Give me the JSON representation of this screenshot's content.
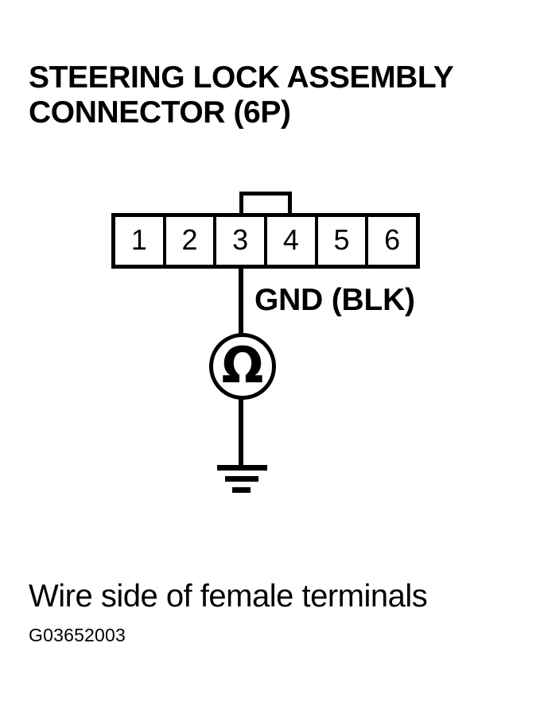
{
  "figure": {
    "title_line_1": "STEERING LOCK ASSEMBLY",
    "title_line_2": "CONNECTOR (6P)",
    "caption": "Wire side of female terminals",
    "figure_id": "G03652003",
    "background_color": "#ffffff",
    "line_color": "#000000"
  },
  "connector": {
    "name": "STEERING LOCK ASSEMBLY CONNECTOR",
    "pin_count_label": "6P",
    "has_locking_tab": true,
    "tab_spans_pins": "3-4",
    "pins": [
      {
        "number": "1"
      },
      {
        "number": "2"
      },
      {
        "number": "3"
      },
      {
        "number": "4"
      },
      {
        "number": "5"
      },
      {
        "number": "6"
      }
    ]
  },
  "measurement": {
    "probe_pin": "3",
    "wire_label": "GND (BLK)",
    "instrument": "ohmmeter",
    "instrument_symbol": "Ω",
    "ground_symbol": "earth-ground"
  }
}
